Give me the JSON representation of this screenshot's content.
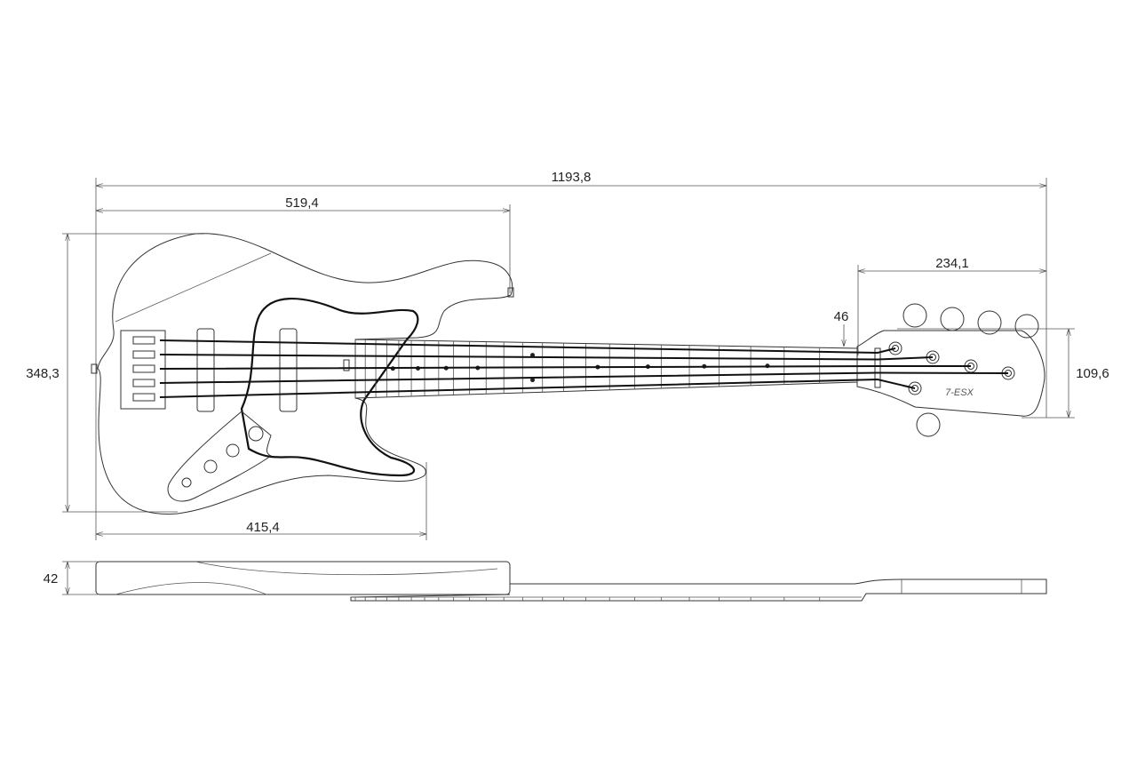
{
  "drawing": {
    "title": "5-string bass guitar dimension drawing",
    "dimensions": {
      "overall_length": "1193,8",
      "body_to_horn": "519,4",
      "headstock_length": "234,1",
      "body_height": "348,3",
      "headstock_width": "109,6",
      "body_length": "415,4",
      "nut_width": "46",
      "body_thickness": "42"
    },
    "logo_text": "7-ESX",
    "string_count": 5,
    "fret_marker_frets": [
      3,
      5,
      7,
      9,
      12,
      15,
      17,
      19,
      21
    ]
  }
}
